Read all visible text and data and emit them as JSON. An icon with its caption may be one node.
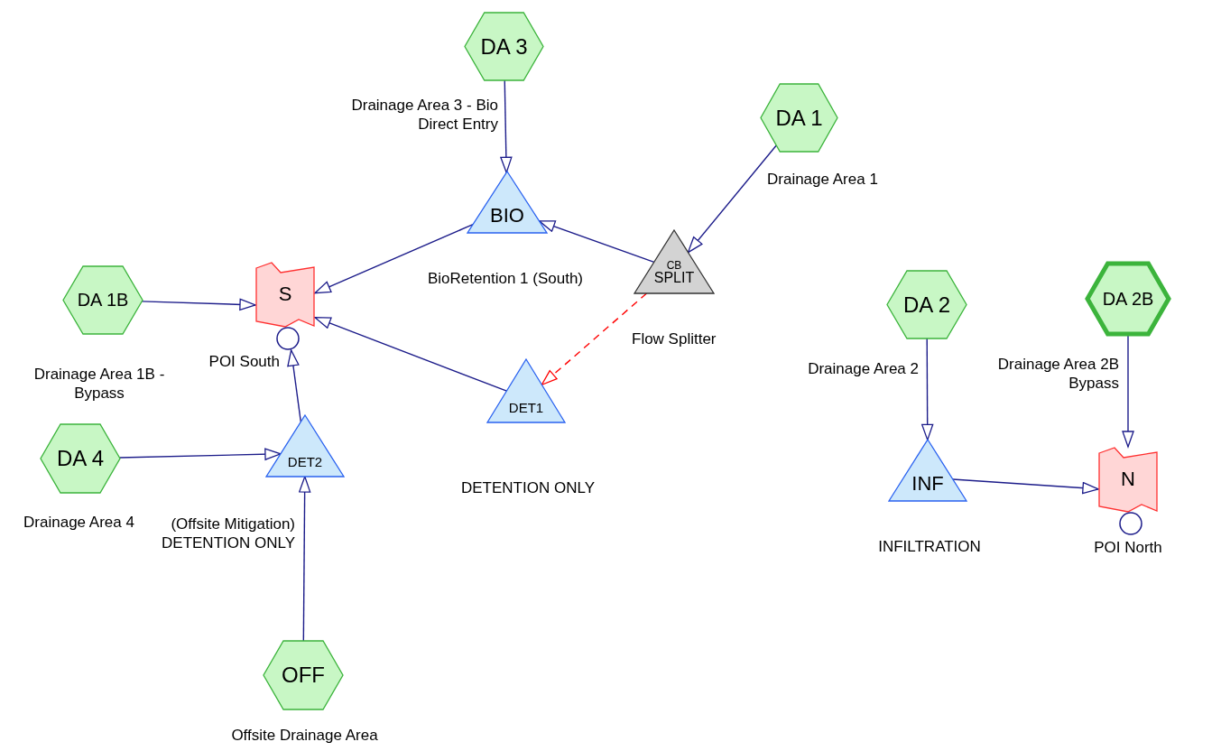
{
  "diagram": {
    "nodes": [
      {
        "text": [
          "DA 3"
        ],
        "beside": [
          "Drainage Area 3 - Bio Direct Entry"
        ]
      },
      {
        "text": [
          "DA 1"
        ],
        "beside": [
          "Drainage Area 1"
        ]
      },
      {
        "text": [
          "BIO"
        ],
        "beside": [
          "BioRetention 1 (South)"
        ]
      },
      {
        "text": [
          "CB",
          "SPLIT"
        ],
        "beside": [
          "Flow Splitter"
        ]
      },
      {
        "text": [
          "DA 1B"
        ],
        "beside": [
          "Drainage Area 1B - Bypass"
        ]
      },
      {
        "text": [
          "S"
        ],
        "beside": [
          "POI South"
        ]
      },
      {
        "text": [
          "DA 2"
        ],
        "beside": [
          "Drainage Area 2"
        ]
      },
      {
        "text": [
          "DA 2B"
        ],
        "beside": [
          "Drainage Area 2B Bypass"
        ]
      },
      {
        "text": [
          "DET1"
        ],
        "beside": [
          "DETENTION ONLY"
        ]
      },
      {
        "text": [
          "DA 4"
        ],
        "beside": [
          "Drainage Area 4"
        ]
      },
      {
        "text": [
          "DET2"
        ],
        "beside": [
          "(Offsite Mitigation) DETENTION ONLY"
        ]
      },
      {
        "text": [
          "INF"
        ],
        "beside": [
          "INFILTRATION"
        ]
      },
      {
        "text": [
          "N"
        ],
        "beside": [
          "POI North"
        ]
      },
      {
        "text": [
          "OFF"
        ],
        "beside": [
          "Offsite Drainage Area"
        ]
      }
    ],
    "edges": [
      {
        "from": 0,
        "to": 2,
        "arrow": "to"
      },
      {
        "from": 1,
        "to": 3,
        "arrow": "to"
      },
      {
        "from": 3,
        "to": 2,
        "arrow": "to"
      },
      {
        "from": 2,
        "to": 5,
        "arrow": "to"
      },
      {
        "from": 4,
        "to": 5,
        "arrow": "to"
      },
      {
        "from": 3,
        "to": 8,
        "arrow": "to",
        "style": "dashed",
        "color": "#ff0000"
      },
      {
        "from": 8,
        "to": 5,
        "arrow": "to"
      },
      {
        "from": 9,
        "to": 10,
        "arrow": "to"
      },
      {
        "from": 13,
        "to": 10,
        "arrow": "to"
      },
      {
        "from": 10,
        "to": 5,
        "arrow": "to"
      },
      {
        "from": 6,
        "to": 11,
        "arrow": "to"
      },
      {
        "from": 7,
        "to": 12,
        "arrow": "to"
      },
      {
        "from": 11,
        "to": 12,
        "arrow": "to"
      }
    ]
  }
}
